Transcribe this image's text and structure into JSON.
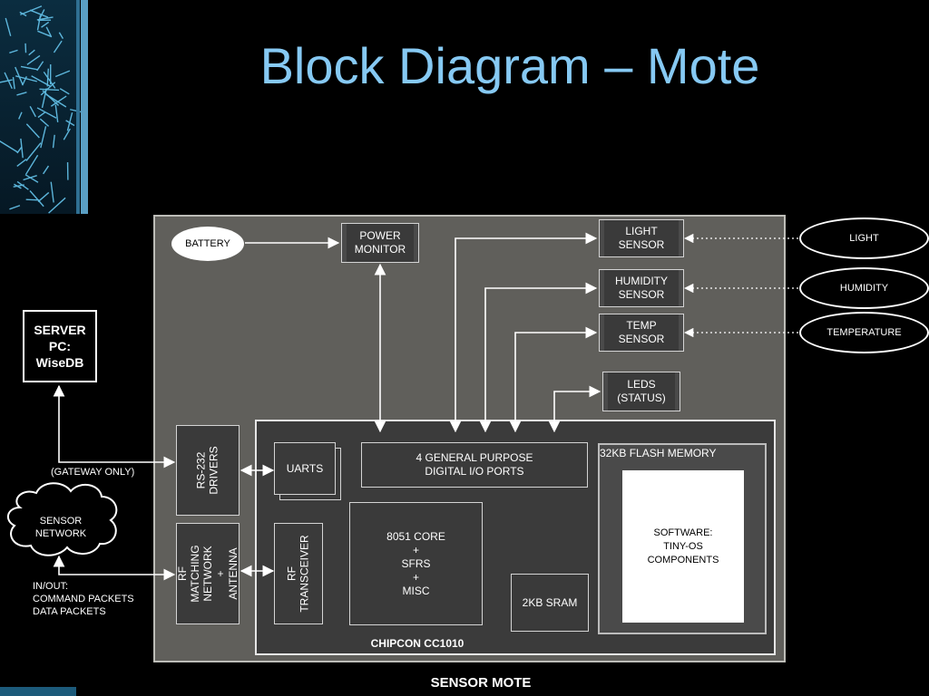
{
  "slide": {
    "title": "Block Diagram – Mote"
  },
  "diagram": {
    "battery": "BATTERY",
    "power_monitor": "POWER\nMONITOR",
    "light_sensor": "LIGHT\nSENSOR",
    "humidity_sensor": "HUMIDITY\nSENSOR",
    "temp_sensor": "TEMP\nSENSOR",
    "leds": "LEDS\n(STATUS)",
    "env_light": "LIGHT",
    "env_humidity": "HUMIDITY",
    "env_temperature": "TEMPERATURE",
    "server": "SERVER\nPC:\nWiseDB",
    "gateway_only": "(GATEWAY ONLY)",
    "sensor_network": "SENSOR\nNETWORK",
    "io_note": "IN/OUT:\nCOMMAND PACKETS\nDATA PACKETS",
    "rs232_drivers": "RS-232\nDRIVERS",
    "rf_matching": "RF MATCHING\nNETWORK +\nANTENNA",
    "uarts": "UARTS",
    "rf_transceiver": "RF\nTRANSCEIVER",
    "io_ports": "4 GENERAL PURPOSE\nDIGITAL I/O PORTS",
    "core": "8051 CORE\n+\nSFRS\n+\nMISC",
    "sram": "2KB SRAM",
    "flash_memory": "32KB FLASH MEMORY",
    "software": "SOFTWARE:\nTINY-OS\nCOMPONENTS",
    "chip_name": "CHIPCON CC1010",
    "mote_name": "SENSOR MOTE"
  },
  "colors": {
    "title": "#86c9f3",
    "background": "#000000",
    "mote_panel": "#605f5b",
    "chip_panel": "#3b3b3b",
    "decoration": "#4ea8d8"
  }
}
